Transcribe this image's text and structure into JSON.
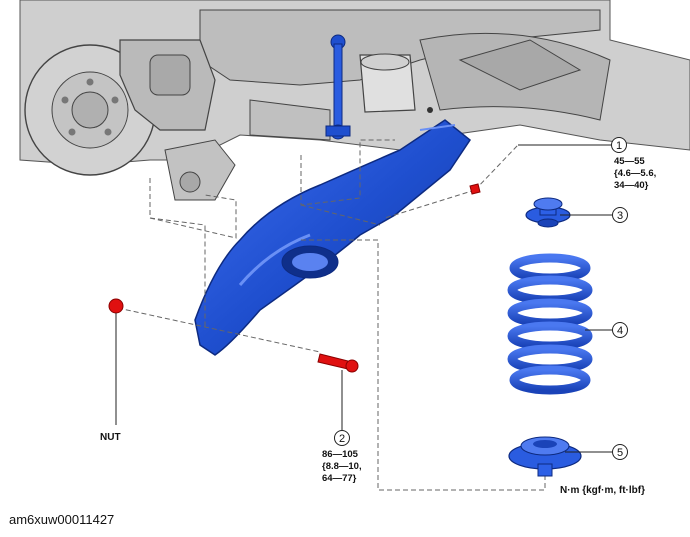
{
  "diagram": {
    "callouts": [
      {
        "num": "1",
        "torque": [
          "45—55",
          "{4.6—5.6,",
          "34—40}"
        ]
      },
      {
        "num": "2",
        "torque": [
          "86—105",
          "{8.8—10,",
          "64—77}"
        ]
      },
      {
        "num": "3"
      },
      {
        "num": "4"
      },
      {
        "num": "5"
      }
    ],
    "nut_label": "NUT",
    "unit_label": "N·m {kgf·m, ft·lbf}",
    "colors": {
      "part_blue": "#1f4fcf",
      "fastener_red": "#e01010",
      "background_gray": "#c8c8c8"
    }
  },
  "footer": {
    "image_id": "am6xuw00011427"
  }
}
